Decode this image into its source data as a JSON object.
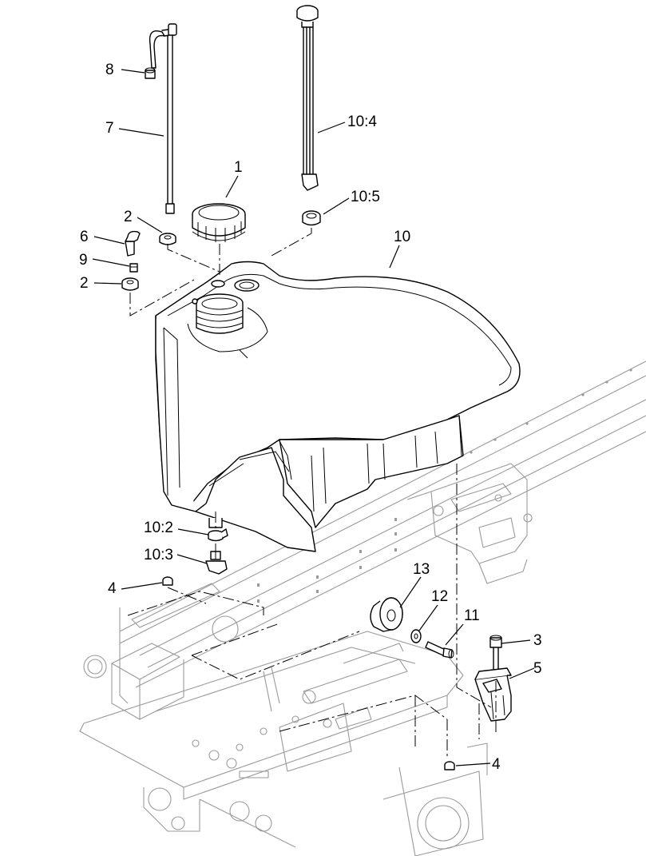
{
  "diagram": {
    "callouts": [
      {
        "id": "c8",
        "text": "8"
      },
      {
        "id": "c7",
        "text": "7"
      },
      {
        "id": "c104",
        "text": "10:4"
      },
      {
        "id": "c1",
        "text": "1"
      },
      {
        "id": "c105",
        "text": "10:5"
      },
      {
        "id": "c2a",
        "text": "2"
      },
      {
        "id": "c10",
        "text": "10"
      },
      {
        "id": "c6",
        "text": "6"
      },
      {
        "id": "c9",
        "text": "9"
      },
      {
        "id": "c2b",
        "text": "2"
      },
      {
        "id": "c102",
        "text": "10:2"
      },
      {
        "id": "c103",
        "text": "10:3"
      },
      {
        "id": "c13",
        "text": "13"
      },
      {
        "id": "c4a",
        "text": "4"
      },
      {
        "id": "c12",
        "text": "12"
      },
      {
        "id": "c11",
        "text": "11"
      },
      {
        "id": "c3",
        "text": "3"
      },
      {
        "id": "c5",
        "text": "5"
      },
      {
        "id": "c4b",
        "text": "4"
      }
    ]
  }
}
